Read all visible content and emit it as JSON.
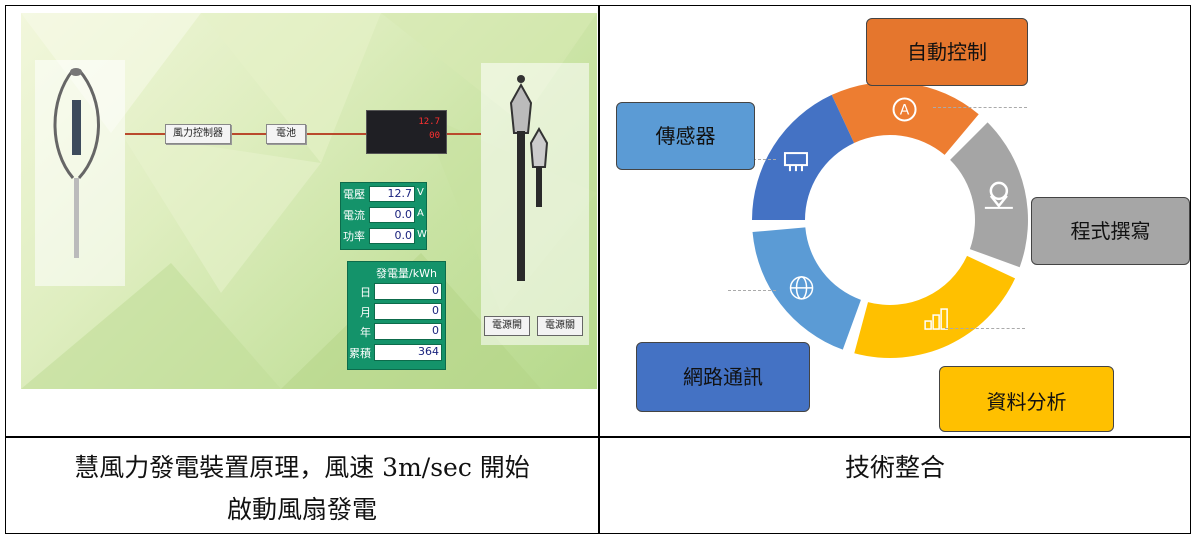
{
  "left": {
    "labels": {
      "controller": "風力控制器",
      "battery": "電池"
    },
    "meter_digits": {
      "top": "12.7",
      "bottom": "00"
    },
    "readings": [
      {
        "label": "電壓",
        "value": "12.7",
        "unit": "V"
      },
      {
        "label": "電流",
        "value": "0.0",
        "unit": "A"
      },
      {
        "label": "功率",
        "value": "0.0",
        "unit": "W"
      }
    ],
    "generation": {
      "title": "發電量/kWh",
      "rows": [
        {
          "label": "日",
          "value": "0"
        },
        {
          "label": "月",
          "value": "0"
        },
        {
          "label": "年",
          "value": "0"
        },
        {
          "label": "累積",
          "value": "364"
        }
      ]
    },
    "buttons": [
      "電源開",
      "電源關"
    ],
    "caption_line1": "慧風力發電裝置原理，風速 3m/sec 開始",
    "caption_line2": "啟動風扇發電"
  },
  "right": {
    "boxes": {
      "auto_control": "自動控制",
      "sensor": "傳感器",
      "programming": "程式撰寫",
      "network": "網路通訊",
      "data_analysis": "資料分析"
    },
    "box_colors": {
      "auto_control": "#e5762d",
      "sensor": "#5b9bd5",
      "programming": "#a6a6a6",
      "network": "#4472c4",
      "data_analysis": "#ffc000"
    },
    "ring_colors": [
      "#ed7d31",
      "#a5a5a5",
      "#ffc000",
      "#5b9bd5",
      "#4472c4"
    ],
    "icons": [
      "automation-icon",
      "location-pin-icon",
      "bar-chart-icon",
      "globe-icon",
      "chip-icon"
    ],
    "caption": "技術整合"
  }
}
